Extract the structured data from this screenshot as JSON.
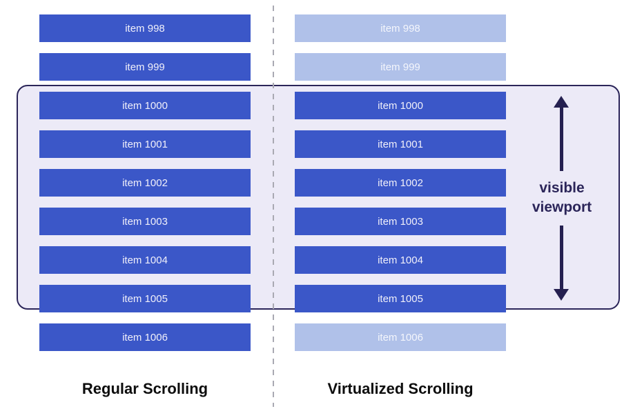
{
  "diagram": {
    "left_column": {
      "label": "Regular Scrolling",
      "items": [
        {
          "label": "item 998",
          "rendered": true
        },
        {
          "label": "item 999",
          "rendered": true
        },
        {
          "label": "item 1000",
          "rendered": true
        },
        {
          "label": "item 1001",
          "rendered": true
        },
        {
          "label": "item 1002",
          "rendered": true
        },
        {
          "label": "item 1003",
          "rendered": true
        },
        {
          "label": "item 1004",
          "rendered": true
        },
        {
          "label": "item 1005",
          "rendered": true
        },
        {
          "label": "item 1006",
          "rendered": true
        }
      ]
    },
    "right_column": {
      "label": "Virtualized Scrolling",
      "items": [
        {
          "label": "item 998",
          "rendered": false
        },
        {
          "label": "item 999",
          "rendered": false
        },
        {
          "label": "item 1000",
          "rendered": true
        },
        {
          "label": "item 1001",
          "rendered": true
        },
        {
          "label": "item 1002",
          "rendered": true
        },
        {
          "label": "item 1003",
          "rendered": true
        },
        {
          "label": "item 1004",
          "rendered": true
        },
        {
          "label": "item 1005",
          "rendered": true
        },
        {
          "label": "item 1006",
          "rendered": false
        }
      ]
    },
    "viewport_label": {
      "line1": "visible",
      "line2": "viewport"
    },
    "layout": {
      "bar_top_start": 21,
      "bar_pitch": 56
    },
    "colors": {
      "background": "#FFFFFF",
      "item_rendered": "#3B57C8",
      "item_unrendered": "#B0C1E9",
      "item_text_rendered": "#F1F0FA",
      "item_text_unrendered": "#F4F6FC",
      "viewport_fill": "#ECEAF7",
      "viewport_border": "#2B2559",
      "viewport_label": "#2B2559",
      "arrow": "#252050",
      "divider": "#A9A9B2",
      "column_label": "#0D0D0D"
    }
  }
}
